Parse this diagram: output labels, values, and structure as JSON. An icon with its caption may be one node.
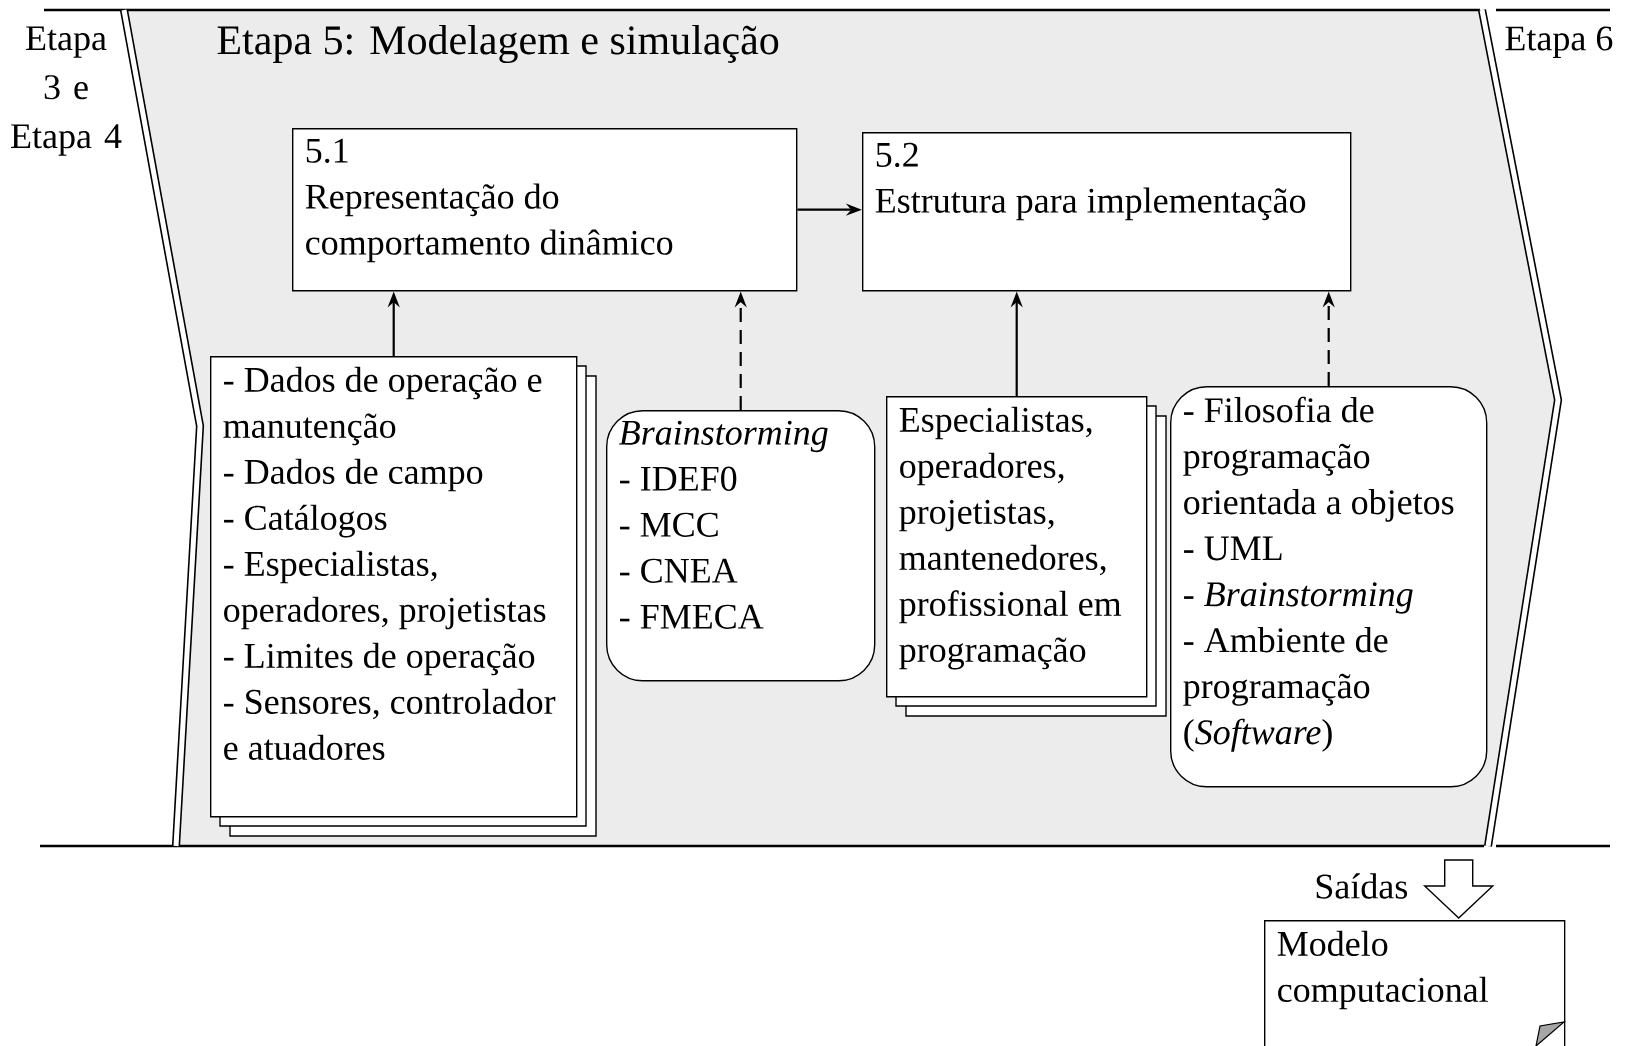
{
  "diagram": {
    "nodes": [
      {
        "text": [
          "Etapa 5: Modelagem e simulação"
        ]
      },
      {
        "text": [
          "5.1",
          "Representação do comportamento dinâmico"
        ],
        "in": 0
      },
      {
        "text": [
          "5.2",
          "Estrutura para implementação"
        ],
        "in": 0
      },
      {
        "text": [
          "- Dados de operação e manutenção",
          "- Dados de campo",
          "- Catálogos",
          "- Especialistas, operadores, projetistas",
          "- Limites de operação",
          "- Sensores, controlador e atuadores"
        ],
        "in": 0
      },
      {
        "text": [
          "Brainstorming",
          "- IDEF0",
          "- MCC",
          "- CNEA",
          "- FMECA"
        ],
        "in": 0
      },
      {
        "text": [
          "Especialistas, operadores, projetistas, mantenedores, profissional em programação"
        ],
        "in": 0
      },
      {
        "text": [
          "- Filosofia de programação orientada a objetos",
          "- UML",
          "- *Brainstorming*",
          "- Ambiente de programação (*Software*)"
        ],
        "in": 0
      },
      {
        "text": [
          "Modelo computacional"
        ]
      }
    ],
    "edges": [
      {
        "from": 1,
        "to": 2,
        "arrow": "to"
      },
      {
        "from": 3,
        "to": 1,
        "arrow": "to"
      },
      {
        "from": 4,
        "to": 1,
        "arrow": "to",
        "style": "dashed"
      },
      {
        "from": 5,
        "to": 2,
        "arrow": "to"
      },
      {
        "from": 6,
        "to": 2,
        "arrow": "to",
        "style": "dashed"
      },
      {
        "from": 0,
        "to": 7,
        "arrow": "to",
        "label": "Saídas"
      }
    ],
    "labels": [
      "Etapa 3 e Etapa 4",
      "Etapa 6"
    ]
  }
}
